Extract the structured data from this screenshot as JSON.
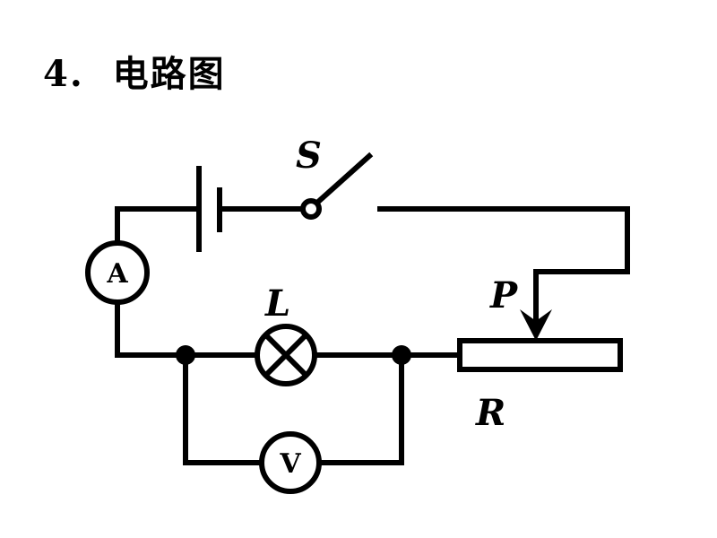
{
  "title": {
    "number": "4.",
    "text": "电路图"
  },
  "diagram": {
    "type": "circuit-schematic",
    "components": {
      "battery": {
        "label": ""
      },
      "switch": {
        "label": "S",
        "state": "open"
      },
      "ammeter": {
        "label": "A"
      },
      "lamp": {
        "label": "L"
      },
      "voltmeter": {
        "label": "V"
      },
      "rheostat": {
        "label": "R"
      },
      "slider": {
        "label": "P"
      }
    },
    "connections": [
      "battery — switch S (series)",
      "switch S — slider P of rheostat R",
      "rheostat R — lamp L (series)",
      "lamp L — ammeter A — battery",
      "voltmeter V in parallel with lamp L"
    ]
  }
}
